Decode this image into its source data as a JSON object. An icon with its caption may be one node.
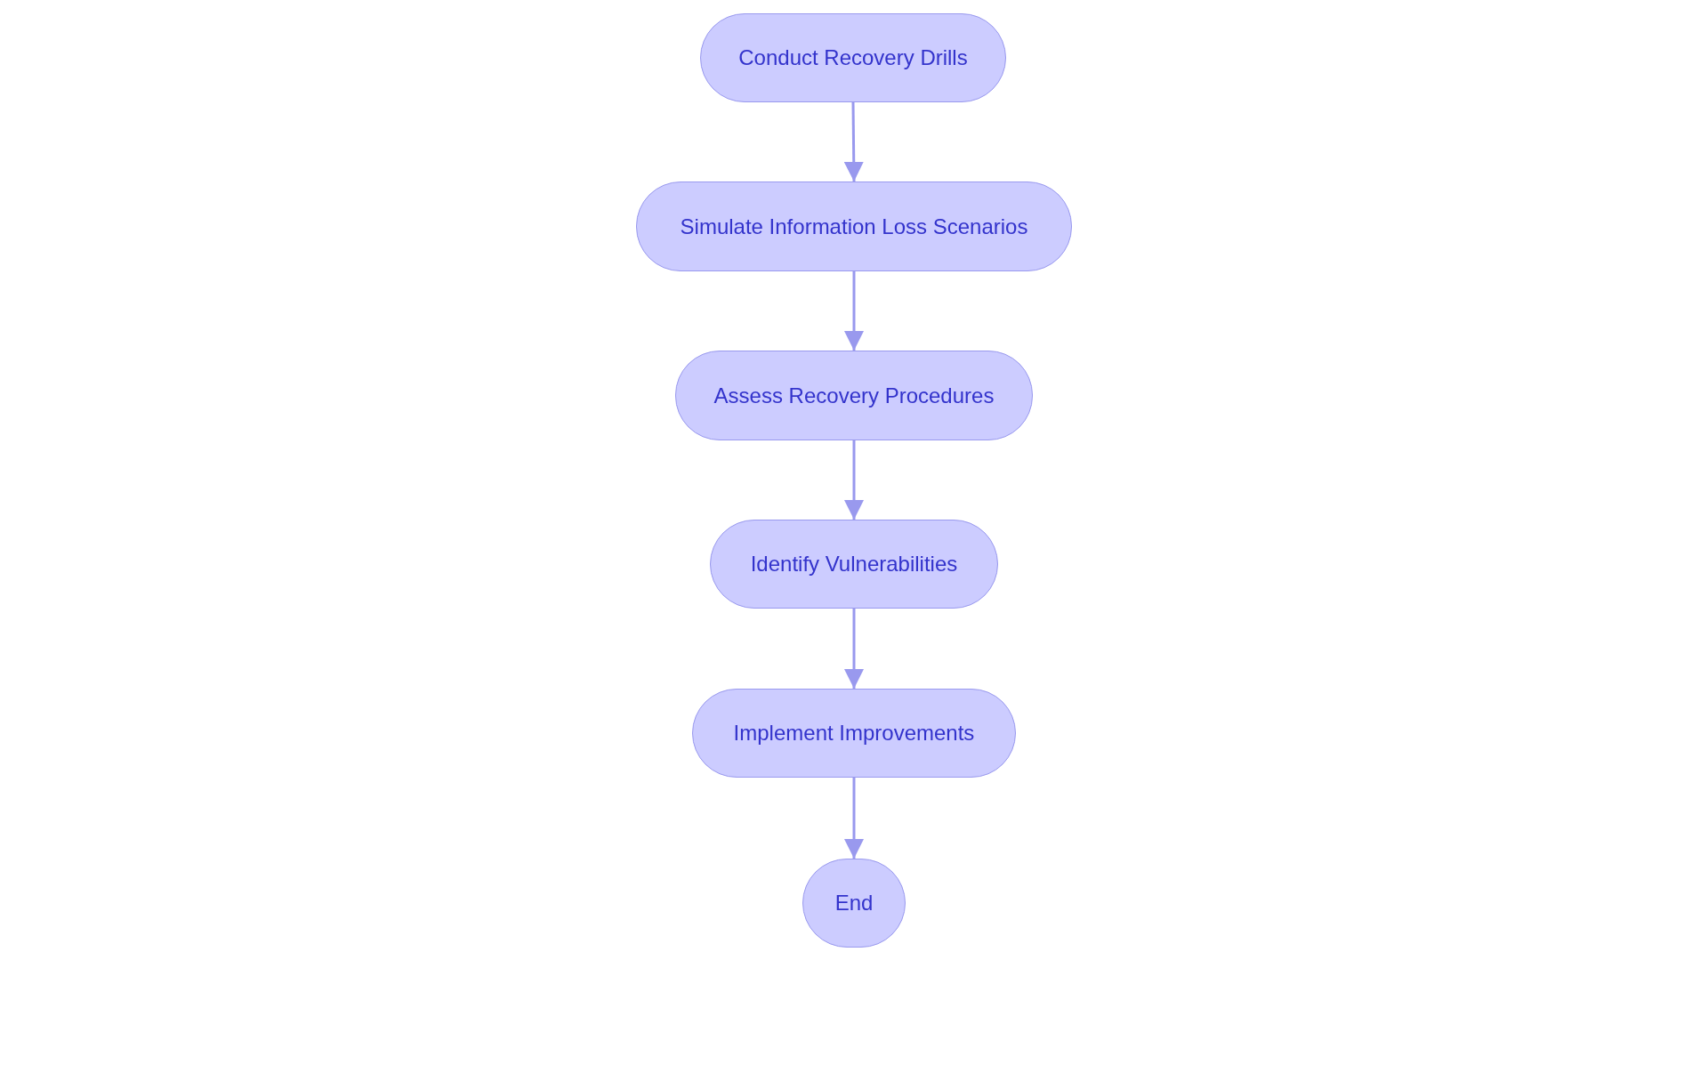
{
  "diagram": {
    "nodes": [
      {
        "text": [
          "Conduct Recovery Drills"
        ]
      },
      {
        "text": [
          "Simulate Information Loss Scenarios"
        ]
      },
      {
        "text": [
          "Assess Recovery Procedures"
        ]
      },
      {
        "text": [
          "Identify Vulnerabilities"
        ]
      },
      {
        "text": [
          "Implement Improvements"
        ]
      },
      {
        "text": [
          "End"
        ]
      }
    ],
    "edges": [
      {
        "from": 0,
        "to": 1,
        "arrow": "to"
      },
      {
        "from": 1,
        "to": 2,
        "arrow": "to"
      },
      {
        "from": 2,
        "to": 3,
        "arrow": "to"
      },
      {
        "from": 3,
        "to": 4,
        "arrow": "to"
      },
      {
        "from": 4,
        "to": 5,
        "arrow": "to"
      }
    ]
  }
}
